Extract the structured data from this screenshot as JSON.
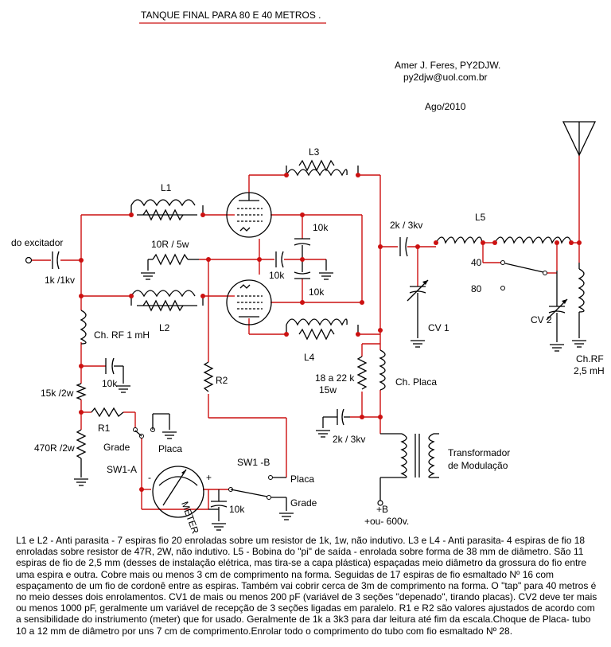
{
  "title": "TANQUE FINAL PARA  80  E  40  METROS .",
  "author": {
    "name": "Amer J. Feres, PY2DJW.",
    "email": "py2djw@uol.com.br",
    "date": "Ago/2010"
  },
  "labels": {
    "L1": "L1",
    "L2": "L2",
    "L3": "L3",
    "L4": "L4",
    "L5": "L5",
    "R1": "R1",
    "R2": "R2",
    "do_excitador": "do excitador",
    "c_in": "1k /1kv",
    "r_10r": "10R / 5w",
    "c_10k_a": "10k",
    "c_10k_b": "10k",
    "c_10k_c": "10k",
    "c_10k_d": "10k",
    "c_10k_meter": "10k",
    "ch_rf_1mh": "Ch. RF 1 mH",
    "r_15k": "15k /2w",
    "r_470r": "470R /2w",
    "grade_1": "Grade",
    "placa_1": "Placa",
    "sw1a": "SW1-A",
    "sw1b": "SW1 -B",
    "placa_2": "Placa",
    "grade_2": "Grade",
    "meter": "METER",
    "minus": "-",
    "plus": "+",
    "c_2k_out": "2k / 3kv",
    "cv1": "CV 1",
    "cv2": "CV 2",
    "tap_40": "40",
    "tap_80": "80",
    "r_18_22k": "18 a 22 k",
    "r_15w": "15w",
    "ch_placa": "Ch. Placa",
    "c_2k_bypass": "2k / 3kv",
    "transformador_1": "Transformador",
    "transformador_2": "de Modulação",
    "plus_b": "+B",
    "hv": "+ou- 600v.",
    "ch_rf_right_1": "Ch.RF",
    "ch_rf_right_2": "2,5 mH"
  },
  "description": "L1 e L2 -  Anti parasita - 7 espiras fio 20 enroladas sobre um resistor de 1k, 1w, não indutivo.  L3 e L4 - Anti parasita- 4 espiras de fio 18 enroladas sobre resistor de 47R, 2W, não indutivo. L5 - Bobina do \"pi\" de saída - enrolada sobre forma de 38 mm de diâmetro. São 11 espiras de fio de 2,5 mm  (desses de instalação elétrica, mas tira-se a capa plástica) espaçadas meio diâmetro da grossura do fio entre uma espira e outra. Cobre mais ou menos 3 cm de comprimento na forma. Seguidas de 17 espiras de fio esmaltado Nº 16 com espaçamento de um fio de cordonê entre as espiras. Também vai cobrir cerca de 3m de comprimento na forma. O \"tap\" para 40 metros é no meio desses dois enrolamentos. CV1 de mais ou menos 200 pF (variável de 3 seções \"depenado\", tirando placas). CV2 deve ter mais ou menos 1000 pF, geralmente um variável de recepção de 3 seções ligadas em paralelo. R1 e R2 são valores ajustados de acordo com a sensibilidade do instriumento (meter) que for usado. Geralmente de 1k a 3k3 para dar leitura até fim da escala.Choque de Placa- tubo  10 a 12 mm de diâmetro por uns 7 cm de comprimento.Enrolar todo o comprimento do tubo com fio esmaltado Nº 28."
}
